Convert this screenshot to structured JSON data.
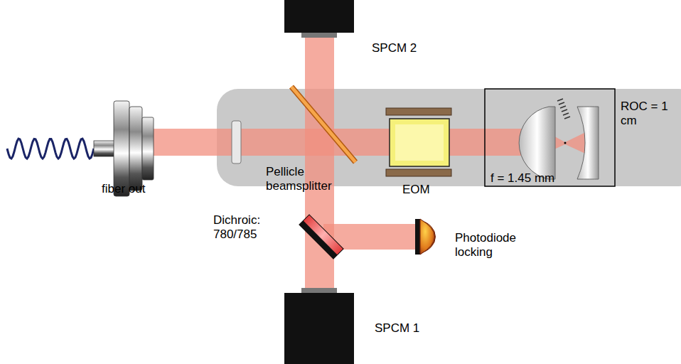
{
  "diagram": {
    "labels": [
      "SPCM 2",
      "ROC = 1 cm",
      "Pellicle beamsplitter",
      "EOM",
      "f = 1.45 mm",
      "fiber out",
      "Photodiode locking",
      "Dichroic: 780/785",
      "SPCM 1"
    ]
  }
}
